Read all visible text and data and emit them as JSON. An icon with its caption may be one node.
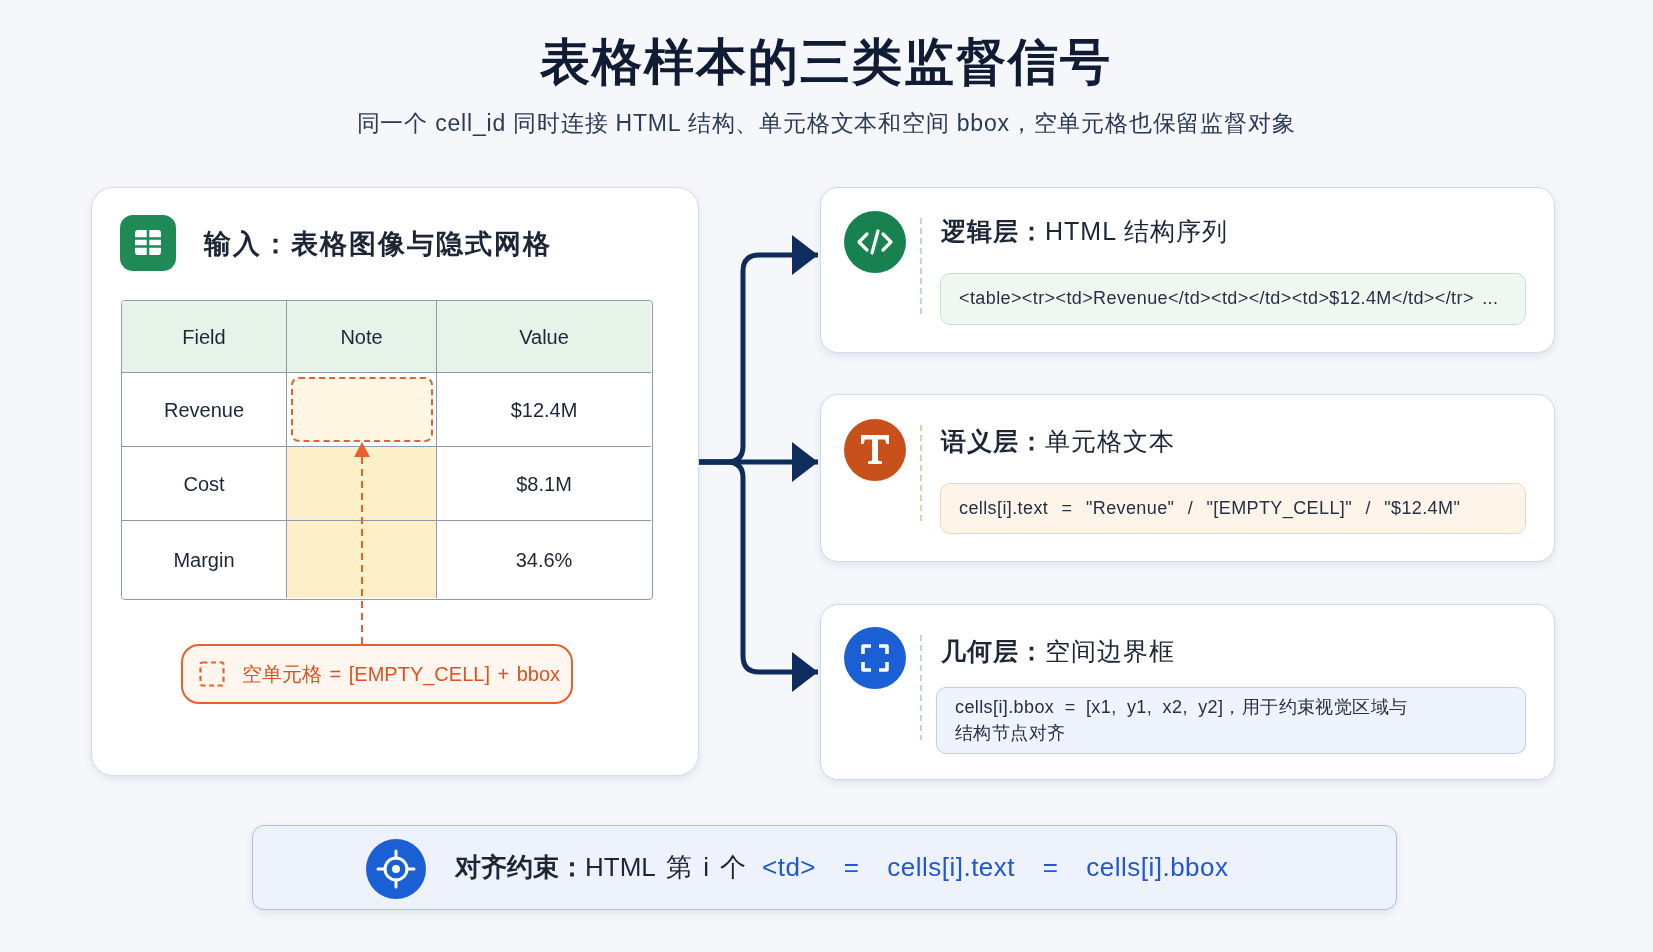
{
  "diagram": {
    "title": "表格样本的三类监督信号",
    "nodes": [
      {
        "text": [
          "输入：表格图像与隐式网格"
        ]
      },
      {
        "text": [
          "Field",
          "Note",
          "Value",
          "Revenue",
          "$12.4M",
          "Cost",
          "$8.1M",
          "Margin",
          "34.6%"
        ],
        "in": 0
      },
      {
        "text": [],
        "shape": "box",
        "in": 1
      },
      {
        "text": [
          "空单元格 = [EMPTY_CELL] + bbox"
        ],
        "in": 0
      },
      {
        "text": [
          "**逻辑层：**HTML 结构序列"
        ]
      },
      {
        "text": [
          "<table><tr><td>Revenue</td><td></td><td>$12.4M</td></tr> ..."
        ],
        "in": 4
      },
      {
        "text": [
          "**语义层：**单元格文本"
        ]
      },
      {
        "text": [
          "cells[i].text = \"Revenue\" / \"[EMPTY_CELL]\" / \"$12.4M\""
        ],
        "in": 6
      },
      {
        "text": [
          "**几何层：**空间边界框"
        ]
      },
      {
        "text": [
          "cells[i].bbox = [x1, y1, x2, y2]，用于约束视觉区域与结构节点对齐"
        ],
        "in": 8
      },
      {
        "text": [
          "**对齐约束：**HTML 第 i 个",
          "<td> = cells[i].text = cells[i].bbox"
        ]
      }
    ],
    "edges": [
      {
        "from": 0,
        "to": 4,
        "arrow": "to"
      },
      {
        "from": 0,
        "to": 6,
        "arrow": "to"
      },
      {
        "from": 0,
        "to": 8,
        "arrow": "to"
      },
      {
        "from": 3,
        "to": 2,
        "arrow": "to",
        "style": "dashed",
        "color": "#e8602c"
      }
    ],
    "labels": [
      "同一个 cell_id 同时连接 HTML 结构、单元格文本和空间 bbox，空单元格也保留监督对象"
    ]
  }
}
